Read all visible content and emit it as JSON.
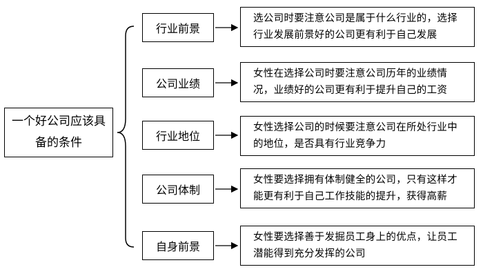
{
  "root": {
    "label": "一个好公司应该具备的条件"
  },
  "conditions": [
    {
      "category": "行业前景",
      "description": "选公司时要注意公司是属于什么行业的，选择行业发展前景好的公司更有利于自己发展"
    },
    {
      "category": "公司业绩",
      "description": "女性在选择公司时要注意公司历年的业绩情况，业绩好的公司更有利于提升自己的工资"
    },
    {
      "category": "行业地位",
      "description": "女性选择公司的时候要注意公司在所处行业中的地位，是否具有行业竞争力"
    },
    {
      "category": "公司体制",
      "description": "女性要选择拥有体制健全的公司，只有这样才能更有利于自己工作技能的提升，获得高薪"
    },
    {
      "category": "自身前景",
      "description": "女性要选择善于发掘员工身上的优点，让员工潜能得到充分发挥的公司"
    }
  ]
}
